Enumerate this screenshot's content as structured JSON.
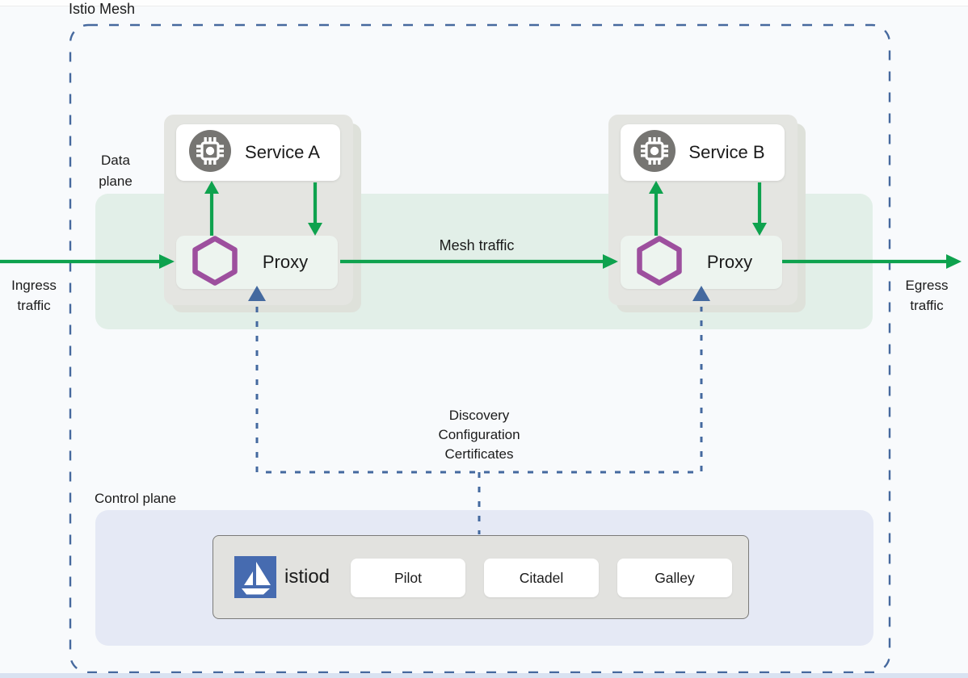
{
  "mesh": {
    "label": "Istio Mesh"
  },
  "planes": {
    "data_plane": "Data plane",
    "control_plane": "Control plane"
  },
  "traffic": {
    "ingress": "Ingress traffic",
    "egress": "Egress traffic",
    "mesh_traffic": "Mesh traffic",
    "control_link": "Discovery\nConfiguration\nCertificates"
  },
  "services": [
    {
      "name": "Service A"
    },
    {
      "name": "Service B"
    }
  ],
  "proxies": [
    {
      "name": "Proxy"
    },
    {
      "name": "Proxy"
    }
  ],
  "control_plane": {
    "istiod_label": "istiod",
    "components": [
      "Pilot",
      "Citadel",
      "Galley"
    ]
  },
  "icons": {
    "service": "chip-icon",
    "proxy": "envoy-hexagon-icon",
    "istiod": "istio-sail-icon"
  },
  "colors": {
    "background": "#f8fafc",
    "arrow_green": "#0ea24e",
    "hexagon_purple": "#9d4f9e",
    "dashed_blue": "#44699f",
    "mesh_border_blue": "#46699e",
    "istio_logo_blue": "#466bb0",
    "data_plane_band": "#e2efe8",
    "control_plane_band": "#e5e9f5",
    "workload_card_gray": "#e4e5e1",
    "proxy_box_green": "#edf4ef",
    "service_icon_gray": "#767572",
    "bottom_strip_blue": "#d9e2f1"
  }
}
